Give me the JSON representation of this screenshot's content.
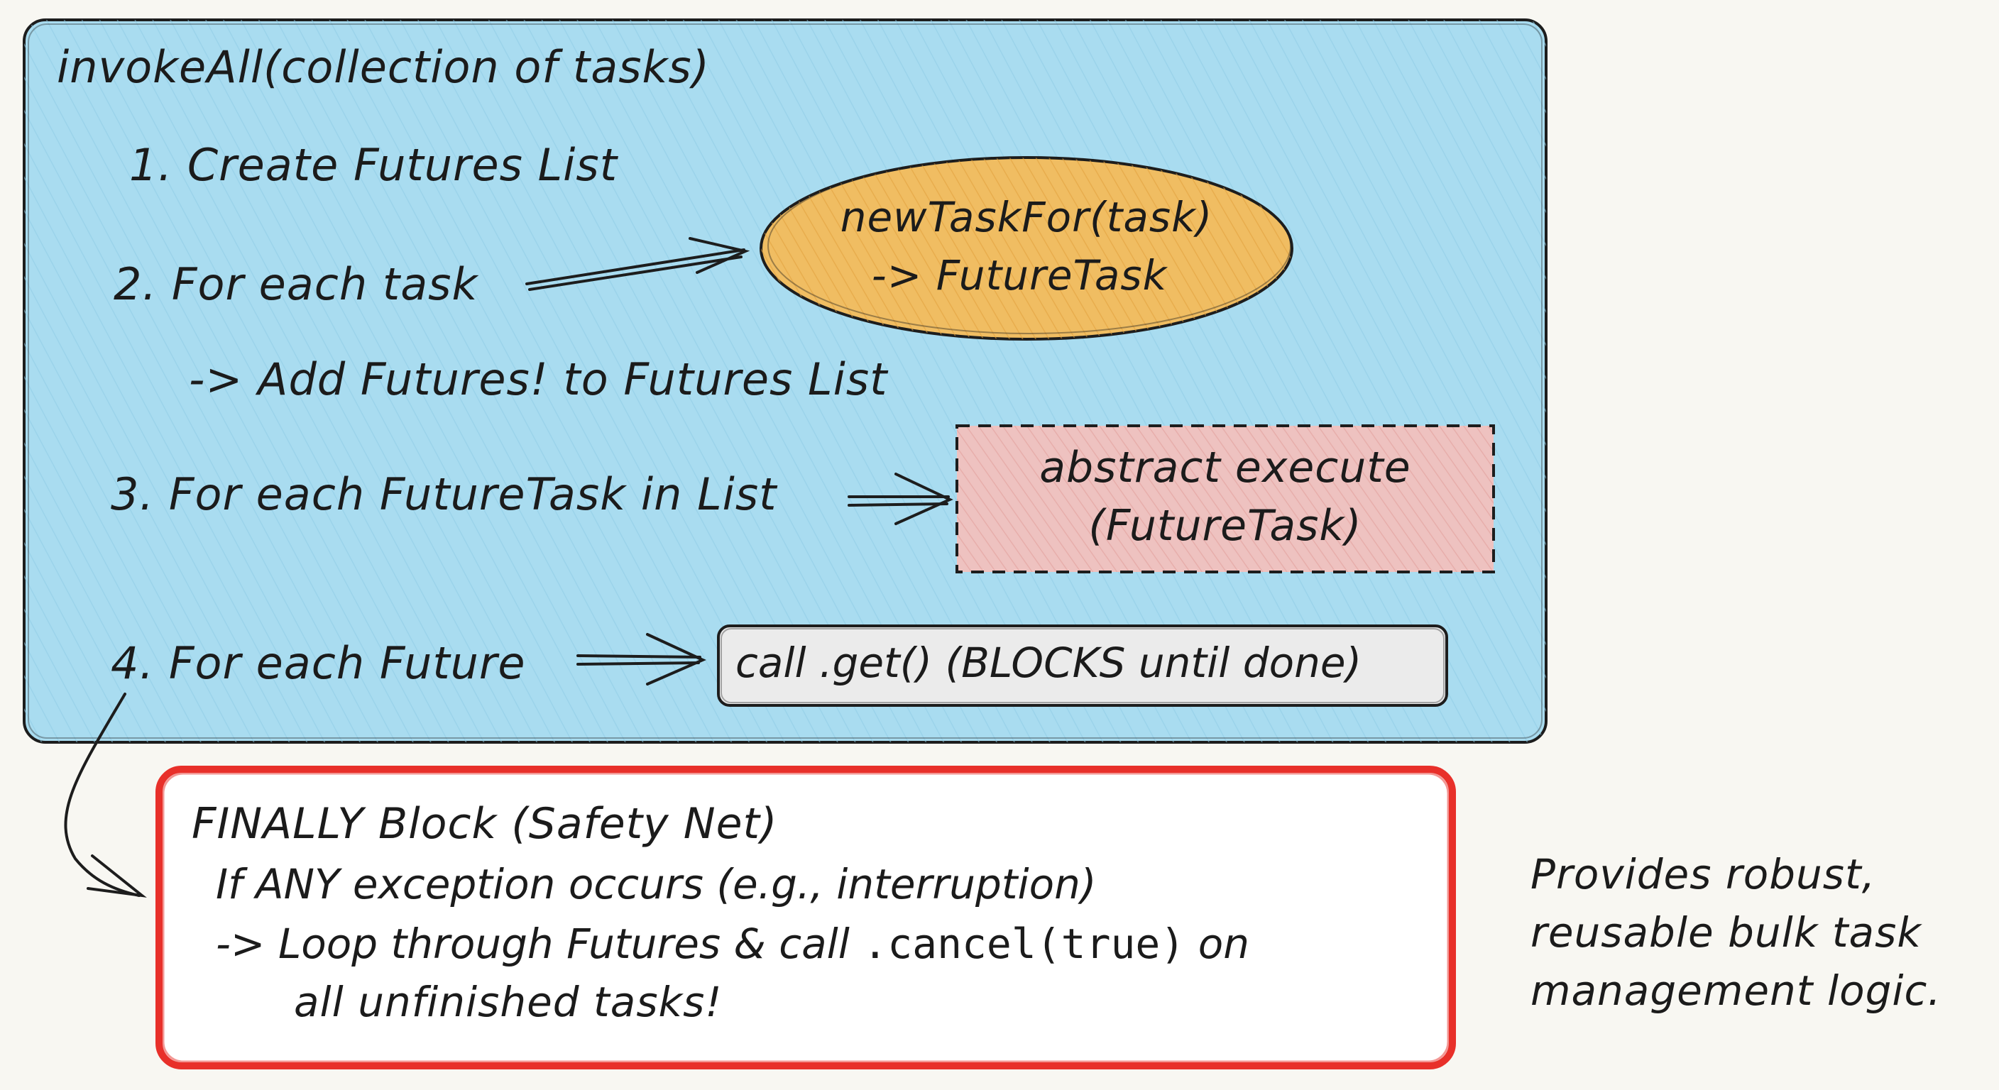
{
  "main_box": {
    "title": "invokeAll(collection of tasks)",
    "fill": "#a9dcf0",
    "steps": [
      "1. Create Futures List",
      "2. For each task",
      "-> Add Futures! to Futures List",
      "3. For each FutureTask in List",
      "4. For each Future"
    ]
  },
  "ellipse": {
    "line1": "newTaskFor(task)",
    "line2": "-> FutureTask",
    "fill": "#f0bd62"
  },
  "dashed_box": {
    "line1": "abstract execute",
    "line2": "(FutureTask)",
    "fill": "#eec2c0"
  },
  "get_box": {
    "label": "call .get() (BLOCKS until done)",
    "fill": "#ebebeb"
  },
  "finally_box": {
    "title": "FINALLY Block (Safety Net)",
    "line1": "If ANY exception occurs (e.g., interruption)",
    "line2_prefix": "-> Loop through Futures & call",
    "line2_code": ".cancel(true)",
    "line2_suffix": "on",
    "line3": "all unfinished tasks!",
    "border": "#e8302a"
  },
  "note": {
    "line1": "Provides robust,",
    "line2": "reusable bulk task",
    "line3": "management logic."
  }
}
